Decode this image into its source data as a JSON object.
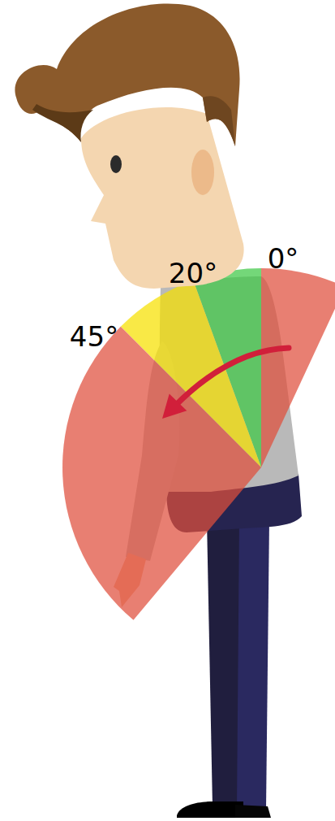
{
  "diagram": {
    "labels": [
      "20°",
      "0°",
      "45°"
    ]
  }
}
